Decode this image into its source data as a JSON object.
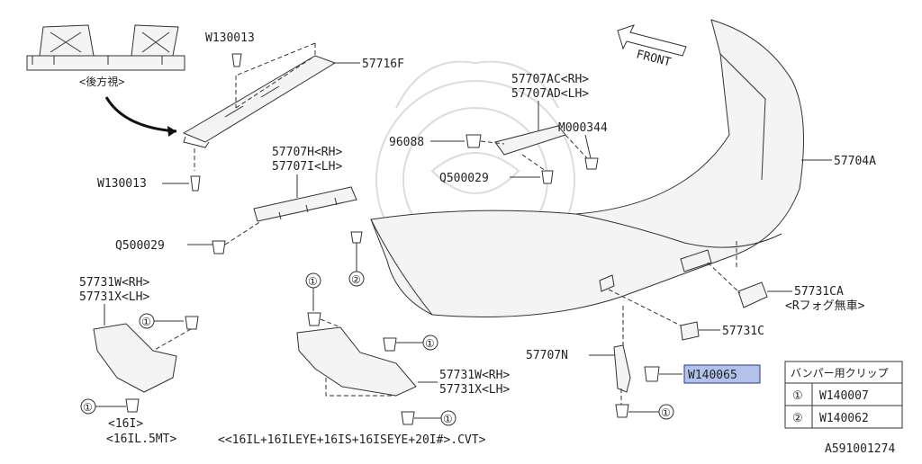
{
  "rear_view_label": "<後方視>",
  "front_label": "FRONT",
  "parts": {
    "w130013_top": "W130013",
    "p57716f": "57716F",
    "w130013_bottom": "W130013",
    "p57707ac": "57707AC<RH>",
    "p57707ad": "57707AD<LH>",
    "p96088": "96088",
    "m000344": "M000344",
    "q500029_center": "Q500029",
    "p57704a": "57704A",
    "p57707h": "57707H<RH>",
    "p57707i": "57707I<LH>",
    "q500029_left": "Q500029",
    "p57731w_left": "57731W<RH>",
    "p57731x_left": "57731X<LH>",
    "p57731ca": "57731CA",
    "r_fog": "<Rフォグ無車>",
    "p57731c": "57731C",
    "p57707n": "57707N",
    "w140065": "W140065",
    "p57731w_center": "57731W<RH>",
    "p57731x_center": "57731X<LH>",
    "note_16i": "<16I>",
    "note_16il5mt": "<16IL.5MT>",
    "note_cvt": "<<16IL+16ILEYE+16IS+16ISEYE+20I#>.CVT>",
    "diagram_id": "A591001274"
  },
  "callouts": {
    "one": "①",
    "two": "②"
  },
  "clip_table": {
    "header": "バンパー用クリップ",
    "rows": [
      {
        "key": "①",
        "value": "W140007"
      },
      {
        "key": "②",
        "value": "W140062"
      }
    ]
  }
}
